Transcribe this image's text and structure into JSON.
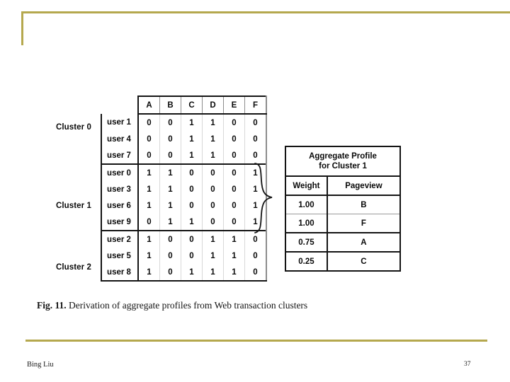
{
  "slide": {
    "accent_color": "#b5a84e",
    "background_color": "#ffffff",
    "ink_color": "#0a0a0a"
  },
  "figure": {
    "cluster_labels": [
      {
        "name": "Cluster 0"
      },
      {
        "name": "Cluster 1"
      },
      {
        "name": "Cluster 2"
      }
    ],
    "matrix": {
      "corner_label": "",
      "columns": [
        "A",
        "B",
        "C",
        "D",
        "E",
        "F"
      ],
      "rows": [
        {
          "label": "user 1",
          "values": [
            "0",
            "0",
            "1",
            "1",
            "0",
            "0"
          ],
          "cluster": "Cluster 0",
          "group_start": true
        },
        {
          "label": "user 4",
          "values": [
            "0",
            "0",
            "1",
            "1",
            "0",
            "0"
          ],
          "cluster": "Cluster 0",
          "group_start": false
        },
        {
          "label": "user 7",
          "values": [
            "0",
            "0",
            "1",
            "1",
            "0",
            "0"
          ],
          "cluster": "Cluster 0",
          "group_start": false
        },
        {
          "label": "user 0",
          "values": [
            "1",
            "1",
            "0",
            "0",
            "0",
            "1"
          ],
          "cluster": "Cluster 1",
          "group_start": true
        },
        {
          "label": "user 3",
          "values": [
            "1",
            "1",
            "0",
            "0",
            "0",
            "1"
          ],
          "cluster": "Cluster 1",
          "group_start": false
        },
        {
          "label": "user 6",
          "values": [
            "1",
            "1",
            "0",
            "0",
            "0",
            "1"
          ],
          "cluster": "Cluster 1",
          "group_start": false
        },
        {
          "label": "user 9",
          "values": [
            "0",
            "1",
            "1",
            "0",
            "0",
            "1"
          ],
          "cluster": "Cluster 1",
          "group_start": false
        },
        {
          "label": "user 2",
          "values": [
            "1",
            "0",
            "0",
            "1",
            "1",
            "0"
          ],
          "cluster": "Cluster 2",
          "group_start": true
        },
        {
          "label": "user 5",
          "values": [
            "1",
            "0",
            "0",
            "1",
            "1",
            "0"
          ],
          "cluster": "Cluster 2",
          "group_start": false
        },
        {
          "label": "user 8",
          "values": [
            "1",
            "0",
            "1",
            "1",
            "1",
            "0"
          ],
          "cluster": "Cluster 2",
          "group_start": false
        }
      ]
    },
    "aggregate_profile": {
      "title_line1": "Aggregate Profile",
      "title_line2": "for Cluster 1",
      "headers": {
        "weight": "Weight",
        "pageview": "Pageview"
      },
      "rows": [
        {
          "weight": "1.00",
          "pageview": "B",
          "separator": "none"
        },
        {
          "weight": "1.00",
          "pageview": "F",
          "separator": "thin"
        },
        {
          "weight": "0.75",
          "pageview": "A",
          "separator": "thick"
        },
        {
          "weight": "0.25",
          "pageview": "C",
          "separator": "thick"
        }
      ]
    },
    "caption": {
      "prefix": "Fig. 11.",
      "text": " Derivation of aggregate profiles from Web transaction clusters"
    }
  },
  "footer": {
    "author": "Bing Liu",
    "page_number": "37"
  }
}
